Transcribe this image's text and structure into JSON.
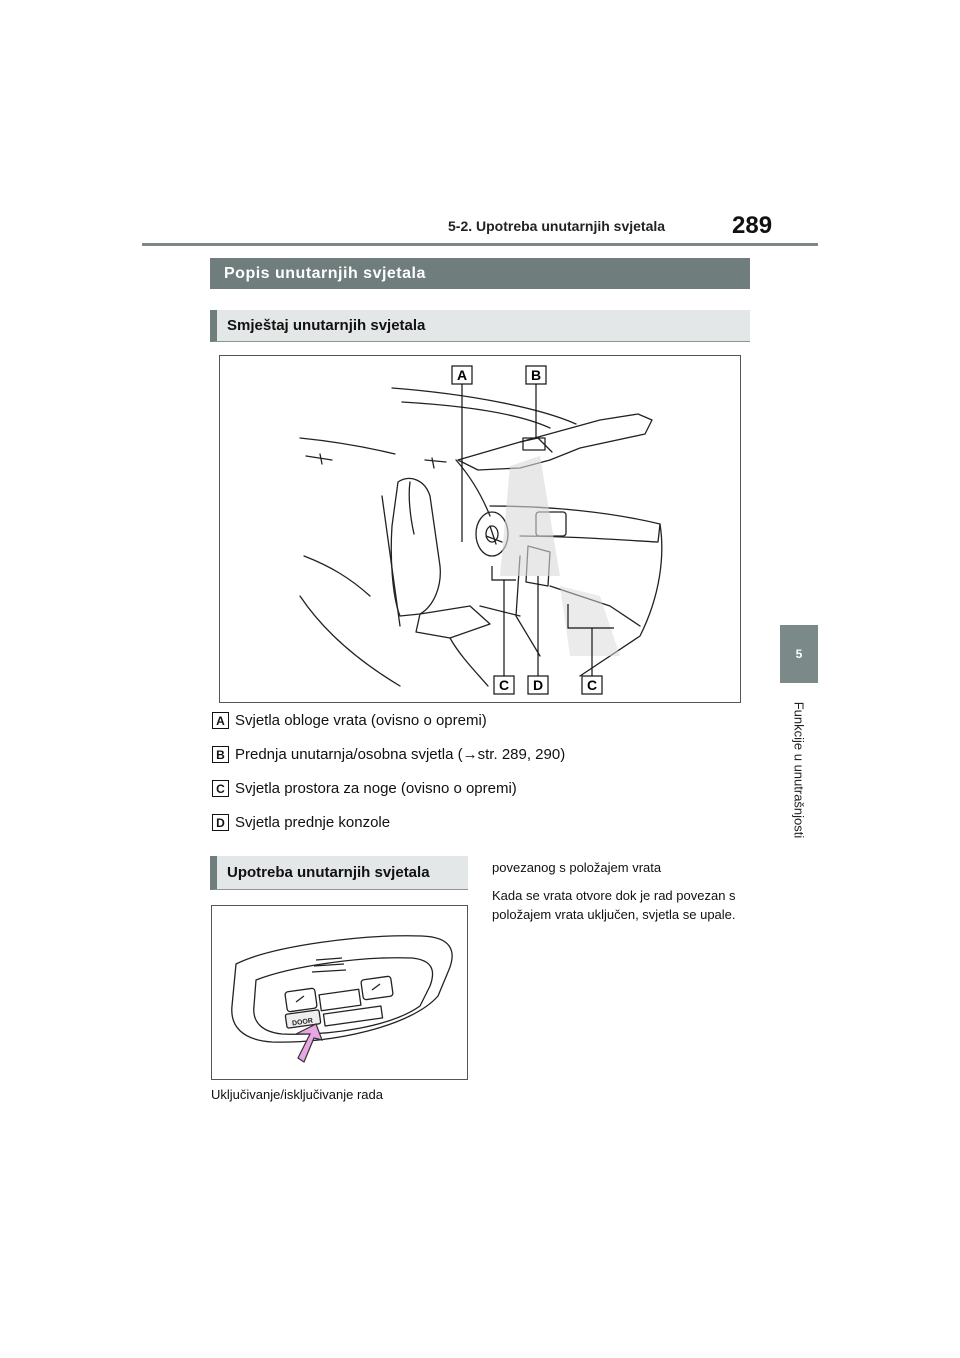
{
  "header": {
    "section": "5-2. Upotreba unutarnjih svjetala",
    "page_number": "289"
  },
  "side_tab": {
    "number": "5",
    "label": "Funkcije u unutrašnjosti"
  },
  "section_title": "Popis unutarnjih svjetala",
  "subsection1": {
    "title": "Smještaj unutarnjih svjetala",
    "figure_labels": [
      "A",
      "B",
      "C",
      "D",
      "C"
    ],
    "legend": [
      {
        "key": "A",
        "text": "Svjetla obloge vrata (ovisno o opremi)"
      },
      {
        "key": "B",
        "text": "Prednja unutarnja/osobna svjetla (→str. 289, 290)"
      },
      {
        "key": "C",
        "text": "Svjetla prostora za noge (ovisno o opremi)"
      },
      {
        "key": "D",
        "text": "Svjetla prednje konzole"
      }
    ]
  },
  "subsection2": {
    "title": "Upotreba unutarnjih svjetala",
    "figure_label": "DOOR",
    "caption": "Uključivanje/isključivanje rada",
    "paragraphs": [
      "povezanog s položajem vrata",
      "Kada se vrata otvore dok je rad povezan s položajem vrata uključen, svjetla se upale."
    ]
  }
}
